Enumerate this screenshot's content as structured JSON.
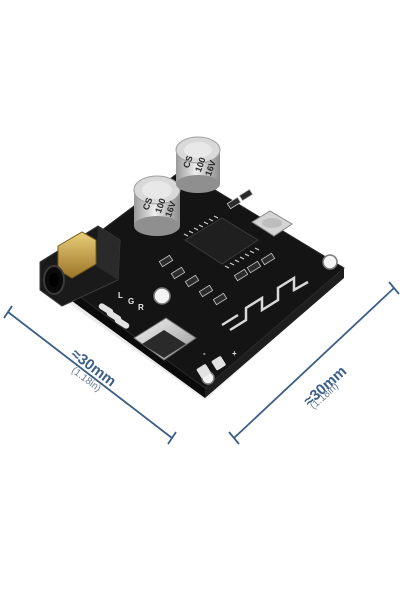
{
  "dimensions": {
    "left": {
      "main": "≈30mm",
      "sub": "(1.18in)"
    },
    "right": {
      "main": "≈30mm",
      "sub": "(1.18in)"
    }
  },
  "board": {
    "capacitor_label_1": "100",
    "capacitor_label_2": "16V",
    "capacitor_label_3": "CS",
    "silk_l": "L",
    "silk_g": "G",
    "silk_r": "R",
    "silk_minus": "-",
    "silk_plus": "+"
  },
  "colors": {
    "board": "#141414",
    "dimension": "#3b5f86",
    "capacitor": "#c9c9c9",
    "jack_gold": "#c8a04a"
  }
}
